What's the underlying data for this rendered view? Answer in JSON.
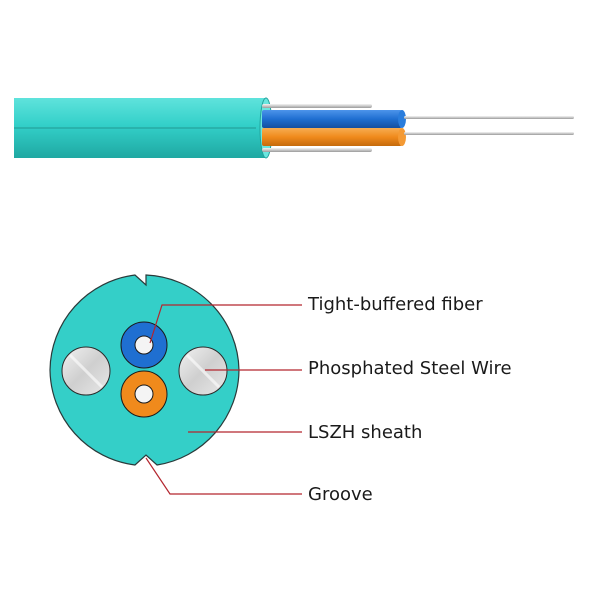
{
  "colors": {
    "sheath": "#31cfc8",
    "sheath_dark": "#23a9a3",
    "blue_buffer": "#1f6fd1",
    "orange_buffer": "#f08a1c",
    "steel": "#d6d6d6",
    "leader_line": "#b3262f"
  },
  "labels": [
    "Tight-buffered fiber",
    "Phosphated Steel Wire",
    "LSZH sheath",
    "Groove"
  ]
}
